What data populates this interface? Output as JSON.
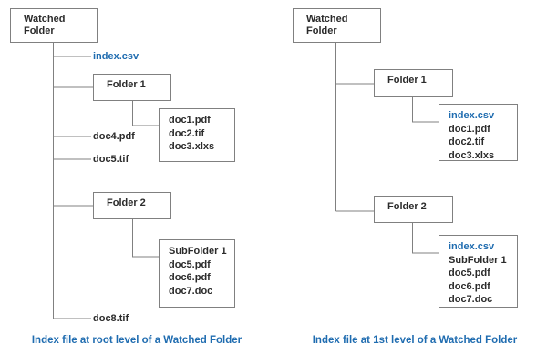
{
  "colors": {
    "accent": "#1f6cb0",
    "text": "#2b2b2b",
    "box_border": "#808080",
    "connector": "#808080",
    "background": "#ffffff"
  },
  "diagrams": [
    {
      "id": "root-level",
      "caption": "Index file at root level of a Watched Folder",
      "root": {
        "label": "Watched\nFolder"
      },
      "nodes": [
        {
          "name": "index-csv-leaf",
          "label": "index.csv",
          "accent": true
        },
        {
          "name": "folder-1",
          "label": "Folder 1",
          "accent": false
        },
        {
          "name": "doc4-leaf",
          "label": "doc4.pdf",
          "accent": false
        },
        {
          "name": "doc5-leaf",
          "label": "doc5.tif",
          "accent": false
        },
        {
          "name": "folder-2",
          "label": "Folder 2",
          "accent": false
        },
        {
          "name": "doc8-leaf",
          "label": "doc8.tif",
          "accent": false
        }
      ],
      "folder1_contents": [
        {
          "label": "doc1.pdf",
          "accent": false
        },
        {
          "label": "doc2.tif",
          "accent": false
        },
        {
          "label": "doc3.xlxs",
          "accent": false
        }
      ],
      "folder2_contents": [
        {
          "label": "SubFolder 1",
          "accent": false
        },
        {
          "label": "doc5.pdf",
          "accent": false
        },
        {
          "label": "doc6.pdf",
          "accent": false
        },
        {
          "label": "doc7.doc",
          "accent": false
        }
      ]
    },
    {
      "id": "first-level",
      "caption": "Index file at 1st level of a Watched Folder",
      "root": {
        "label": "Watched\nFolder"
      },
      "nodes": [
        {
          "name": "folder-1",
          "label": "Folder 1",
          "accent": false
        },
        {
          "name": "folder-2",
          "label": "Folder 2",
          "accent": false
        }
      ],
      "folder1_contents": [
        {
          "label": "index.csv",
          "accent": true
        },
        {
          "label": "doc1.pdf",
          "accent": false
        },
        {
          "label": "doc2.tif",
          "accent": false
        },
        {
          "label": "doc3.xlxs",
          "accent": false
        }
      ],
      "folder2_contents": [
        {
          "label": "index.csv",
          "accent": true
        },
        {
          "label": "SubFolder 1",
          "accent": false
        },
        {
          "label": "doc5.pdf",
          "accent": false
        },
        {
          "label": "doc6.pdf",
          "accent": false
        },
        {
          "label": "doc7.doc",
          "accent": false
        }
      ]
    }
  ]
}
